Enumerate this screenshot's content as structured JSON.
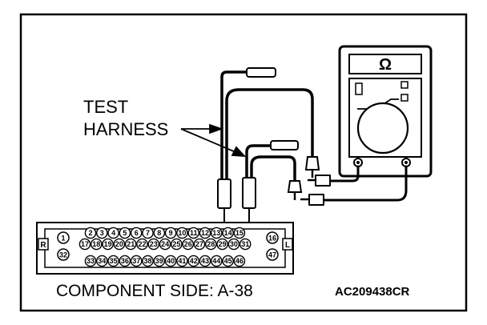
{
  "labels": {
    "test": "TEST",
    "harness": "HARNESS",
    "component_side": "COMPONENT SIDE: A-38",
    "code": "AC209438CR",
    "ohm_symbol": "Ω",
    "right_marker": "R",
    "left_marker": "L"
  },
  "connector": {
    "top_row": [
      "2",
      "3",
      "4",
      "5",
      "6",
      "7",
      "8",
      "9",
      "10",
      "11",
      "12",
      "13",
      "14",
      "15"
    ],
    "middle_row": [
      "17",
      "18",
      "19",
      "20",
      "21",
      "22",
      "23",
      "24",
      "25",
      "26",
      "27",
      "28",
      "29",
      "30",
      "31"
    ],
    "bottom_row": [
      "33",
      "34",
      "35",
      "36",
      "37",
      "38",
      "39",
      "40",
      "41",
      "42",
      "43",
      "44",
      "45",
      "46"
    ],
    "left_pins": [
      "1",
      "32"
    ],
    "right_pins": [
      "16",
      "47"
    ]
  },
  "icons": {
    "meter": "ohmmeter-icon",
    "probe": "test-probe-icon"
  }
}
